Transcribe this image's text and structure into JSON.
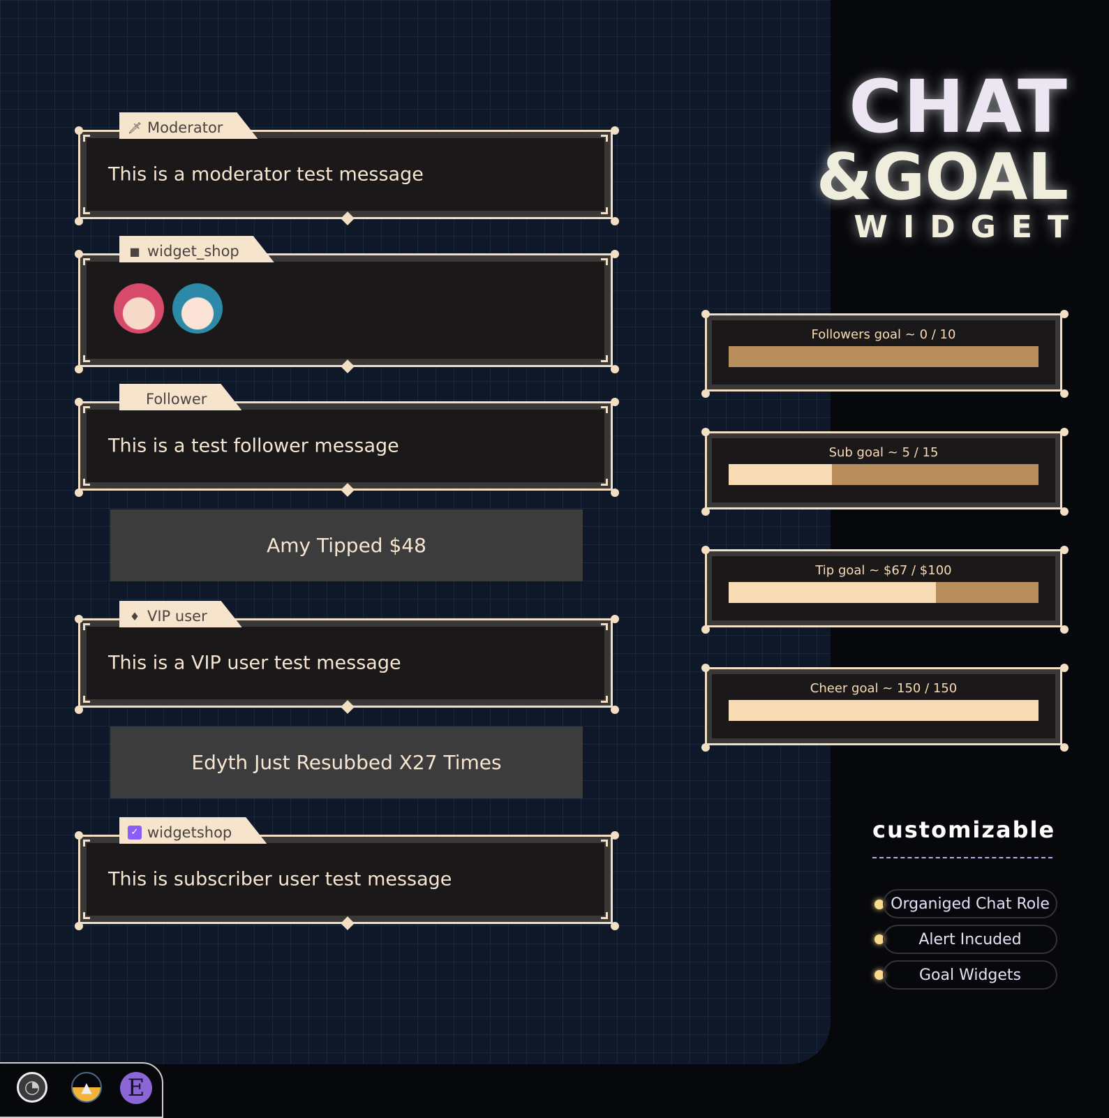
{
  "title": {
    "line1": "CHAT",
    "line2": "&GOAL",
    "line3": "WIDGET"
  },
  "chat": [
    {
      "role": "Moderator",
      "icon": "sword-icon",
      "message": "This is a moderator test message"
    },
    {
      "role": "widget_shop",
      "icon": "camera-icon",
      "message": ""
    },
    {
      "role": "Follower",
      "icon": "",
      "message": "This is a test follower message"
    },
    {
      "role": "VIP user",
      "icon": "diamond-icon",
      "message": "This is a VIP user test message"
    },
    {
      "role": "widgetshop",
      "icon": "subscriber-badge-icon",
      "message": "This is subscriber user test message"
    }
  ],
  "alerts": [
    "Amy Tipped $48",
    "Edyth Just Resubbed X27 Times"
  ],
  "goals": [
    {
      "label": "Followers goal ~ 0 / 10",
      "progress": 0
    },
    {
      "label": "Sub goal ~ 5 / 15",
      "progress": 33.3
    },
    {
      "label": "Tip goal ~ $67 / $100",
      "progress": 67
    },
    {
      "label": "Cheer goal ~ 150 / 150",
      "progress": 100
    }
  ],
  "features": {
    "heading": "customizable",
    "items": [
      "Organiged Chat Role",
      "Alert Incuded",
      "Goal Widgets"
    ]
  },
  "colors": {
    "cream": "#f3dfc4",
    "bar_bg": "#b88f5c",
    "bar_fill": "#f7dcb5",
    "etsy": "#8b66d6"
  },
  "dock": [
    "obs-icon",
    "streamer-rocket-icon",
    "etsy-icon"
  ]
}
